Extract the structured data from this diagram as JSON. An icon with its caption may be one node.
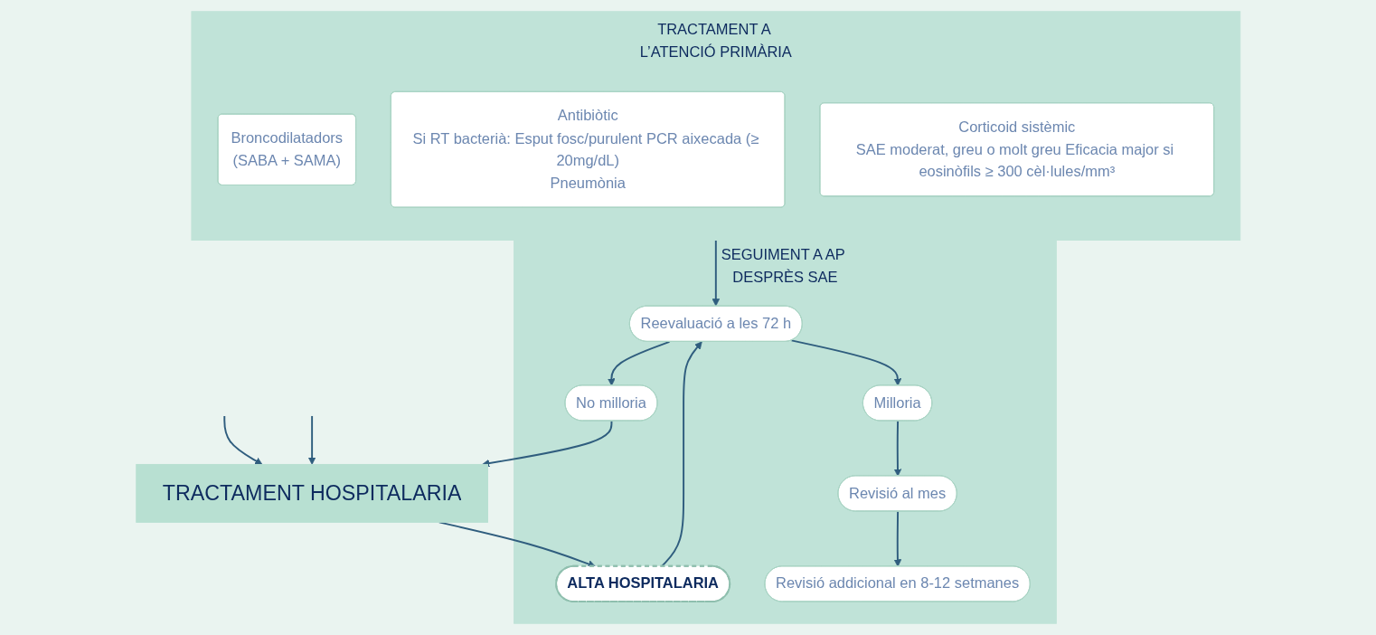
{
  "diagram": {
    "nodes": [
      {
        "text": [
          "TRACTAMENT A L’ATENCIÓ PRIMÀRIA"
        ]
      },
      {
        "text": [
          "Broncodilatadors",
          "(SABA + SAMA)"
        ],
        "in": 0
      },
      {
        "text": [
          "Antibiòtic",
          "Si RT bacterià: Esput fosc/purulent PCR aixecada (≥ 20mg/dL)",
          "Pneumònia"
        ],
        "in": 0
      },
      {
        "text": [
          "Corticoid sistèmic",
          "SAE moderat, greu o molt greu Eficacia major si eosinòfils ≥ 300 cèl·lules/mm³"
        ],
        "in": 0
      },
      {
        "text": [
          "TRACTAMENT HOSPITALARIA"
        ]
      },
      {
        "text": [
          "SEGUIMENT A AP DESPRÈS SAE"
        ]
      },
      {
        "text": [
          "Revisió al mes"
        ],
        "in": 5
      },
      {
        "text": [
          "Milloria"
        ],
        "in": 5
      },
      {
        "text": [
          "Reevaluació a les 72 h"
        ],
        "in": 5
      },
      {
        "text": [
          "No milloria"
        ],
        "in": 5
      },
      {
        "text": [
          "ALTA HOSPITALARIA"
        ],
        "in": 5
      },
      {
        "text": [
          "Revisió addicional en 8-12 setmanes"
        ],
        "in": 5
      }
    ],
    "edges": [
      {
        "from": null,
        "to": 4,
        "arrow": "to"
      },
      {
        "from": null,
        "to": 4,
        "arrow": "to"
      },
      {
        "from": 0,
        "to": 8,
        "arrow": "to"
      },
      {
        "from": 8,
        "to": 7,
        "arrow": "to"
      },
      {
        "from": 7,
        "to": 6,
        "arrow": "to"
      },
      {
        "from": 8,
        "to": 9,
        "arrow": "to"
      },
      {
        "from": 9,
        "to": 4,
        "arrow": "to"
      },
      {
        "from": 4,
        "to": 10,
        "arrow": "to"
      },
      {
        "from": 10,
        "to": 8,
        "arrow": "to"
      },
      {
        "from": 6,
        "to": 11,
        "arrow": "to"
      }
    ]
  }
}
